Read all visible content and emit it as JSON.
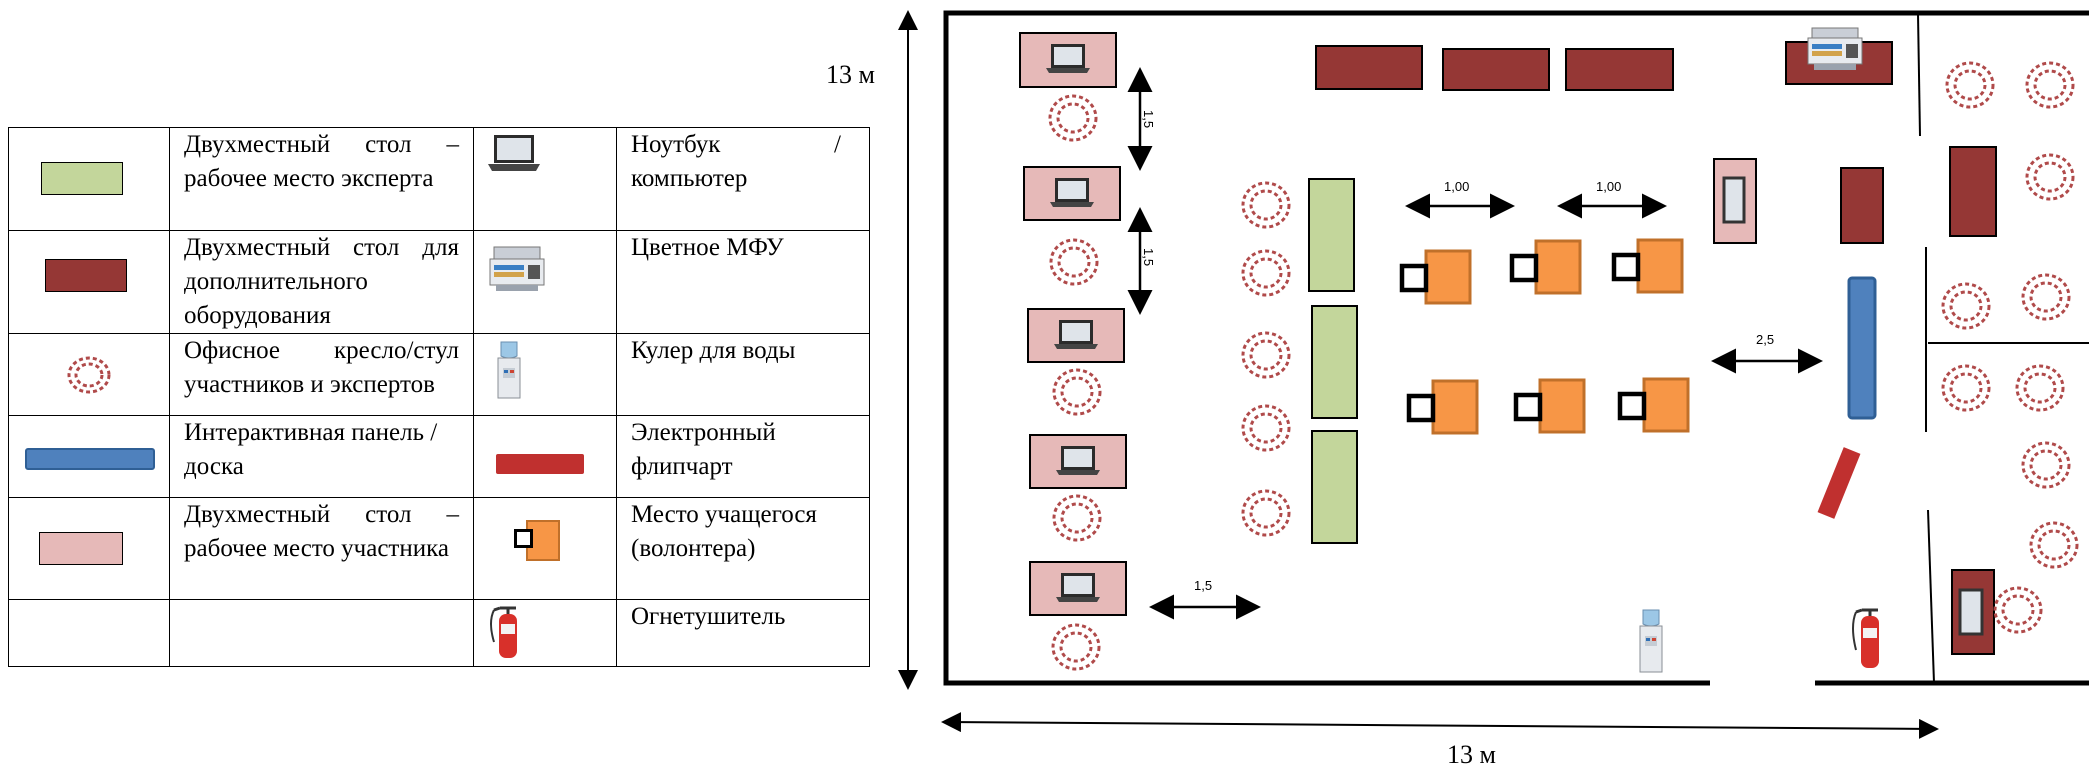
{
  "legend": {
    "rows": [
      {
        "left_label": "Двухместный стол – рабочее место эксперта",
        "left_icon": "expert-table-icon",
        "right_label": "Ноутбук / компьютер",
        "right_icon": "laptop-icon"
      },
      {
        "left_label": "Двухместный стол для дополнительного оборудования",
        "left_icon": "equipment-table-icon",
        "right_label": "Цветное МФУ",
        "right_icon": "mfp-printer-icon"
      },
      {
        "left_label": "Офисное кресло/стул участников и экспертов",
        "left_icon": "office-chair-icon",
        "right_label": "Кулер для воды",
        "right_icon": "water-cooler-icon"
      },
      {
        "left_label": "Интерактивная панель / доска",
        "left_icon": "interactive-panel-icon",
        "right_label": "Электронный флипчарт",
        "right_icon": "flipchart-icon"
      },
      {
        "left_label": "Двухместный стол – рабочее место участника",
        "left_icon": "participant-table-icon",
        "right_label": "Место учащегося (волонтера)",
        "right_icon": "student-seat-icon"
      },
      {
        "left_label": "",
        "left_icon": "",
        "right_label": "Огнетушитель",
        "right_icon": "fire-extinguisher-icon"
      }
    ]
  },
  "plan": {
    "height_label": "13 м",
    "width_label": "13 м",
    "dims": {
      "d1": "1,5",
      "d2": "1,5",
      "d3": "1,00",
      "d4": "1,00",
      "d5": "2,5",
      "d6": "1,5"
    }
  },
  "colors": {
    "expert_table": "#c3d69b",
    "equipment_table": "#953735",
    "participant_table": "#e6b9b8",
    "panel": "#4f81bd",
    "student_seat": "#f79646",
    "flipchart": "#c0302f",
    "chair": "#b04a4a"
  }
}
